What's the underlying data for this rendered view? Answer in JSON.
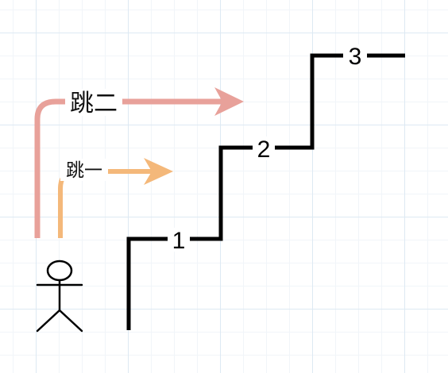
{
  "jumps": {
    "two": {
      "label": "跳二",
      "color": "#e8a19a"
    },
    "one": {
      "label": "跳一",
      "color": "#f4b87a"
    }
  },
  "stairs": {
    "color": "#000000",
    "steps": [
      {
        "number": "1"
      },
      {
        "number": "2"
      },
      {
        "number": "3"
      }
    ]
  },
  "person": {
    "icon": "stick-figure-icon"
  }
}
